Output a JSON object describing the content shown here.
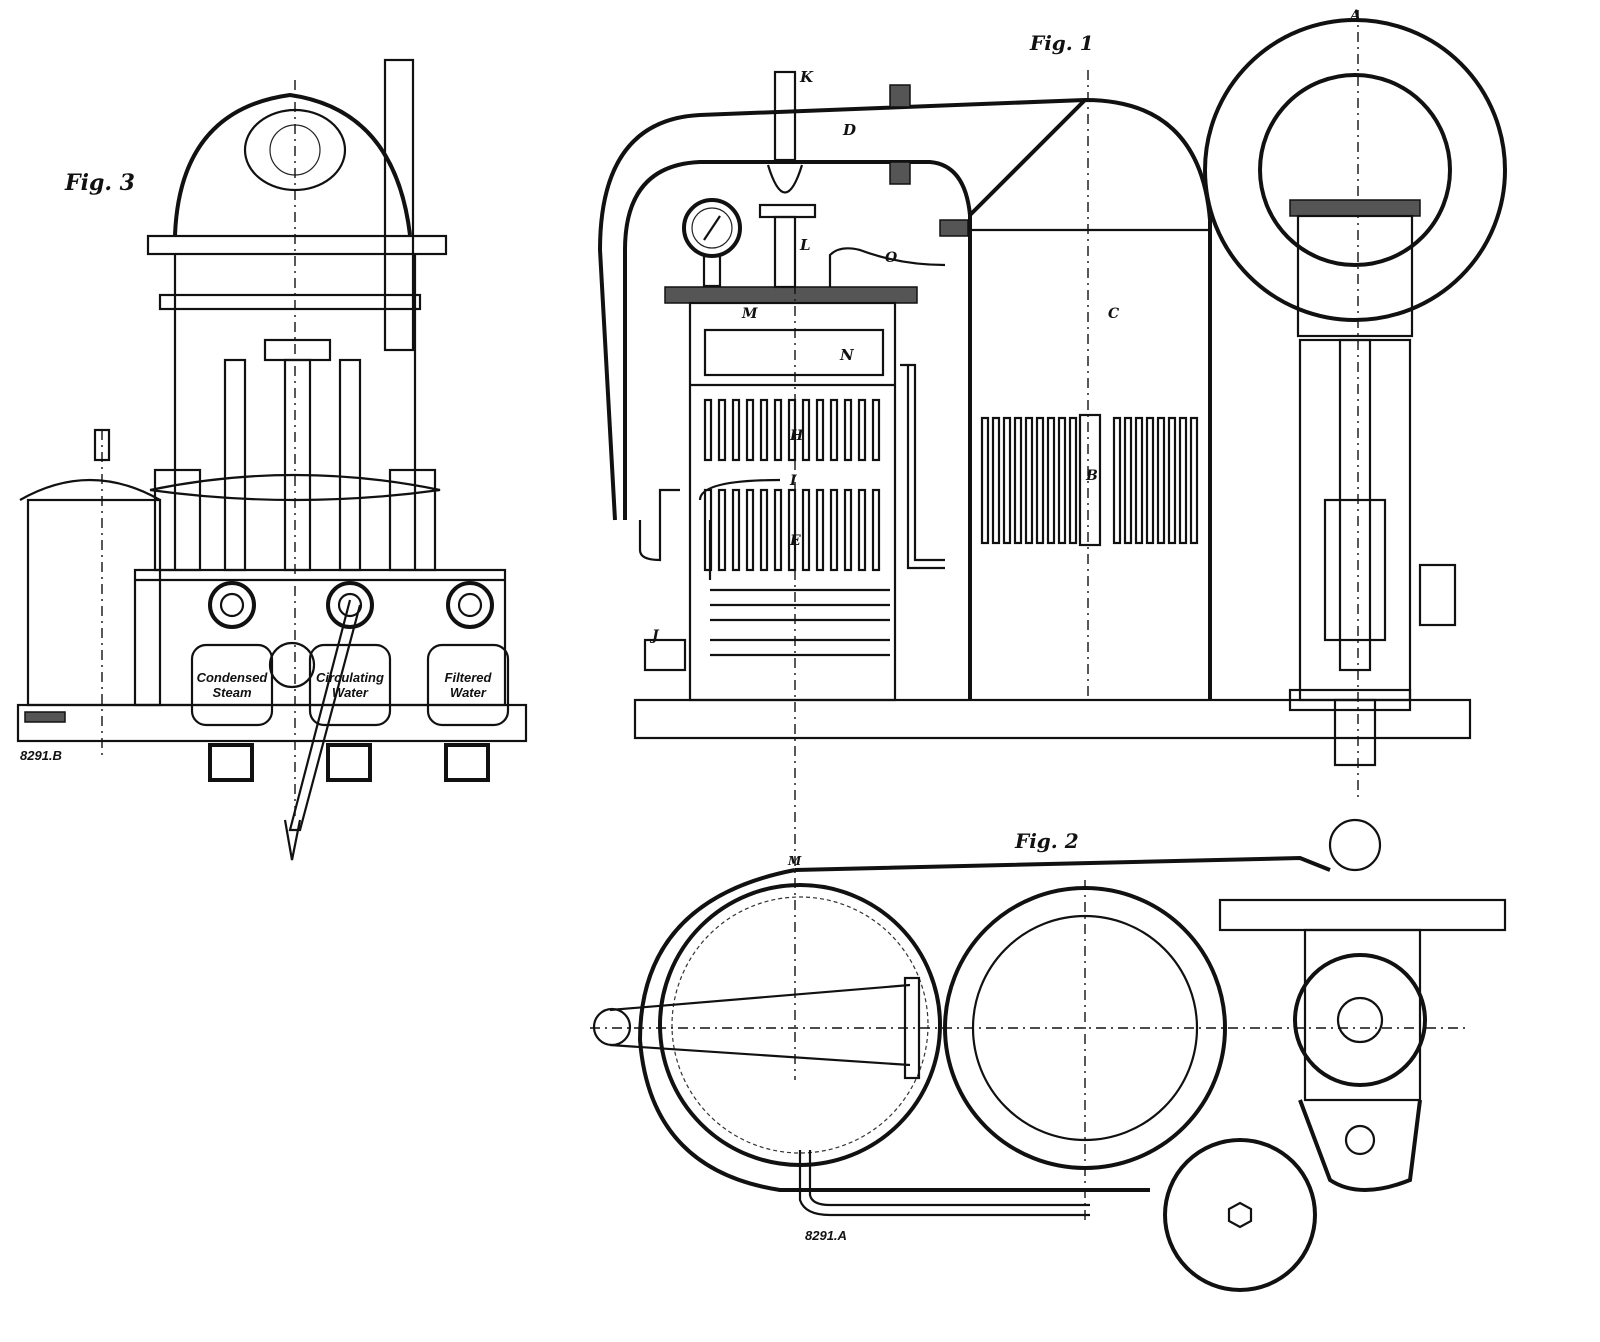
{
  "figures": {
    "fig3": {
      "title": "Fig. 3",
      "drawing_no": "8291.B",
      "plates": [
        {
          "line1": "Condensed",
          "line2": "Steam"
        },
        {
          "line1": "Circulating",
          "line2": "Water"
        },
        {
          "line1": "Filtered",
          "line2": "Water"
        }
      ]
    },
    "fig1": {
      "title": "Fig. 1",
      "letters": {
        "K": "K",
        "D": "D",
        "L": "L",
        "M": "M",
        "N": "N",
        "H": "H",
        "I": "I",
        "E": "E",
        "O": "O",
        "C": "C",
        "B": "B",
        "J": "J",
        "A": "A"
      }
    },
    "fig2": {
      "title": "Fig. 2",
      "drawing_no": "8291.A",
      "letter_M": "M"
    }
  }
}
